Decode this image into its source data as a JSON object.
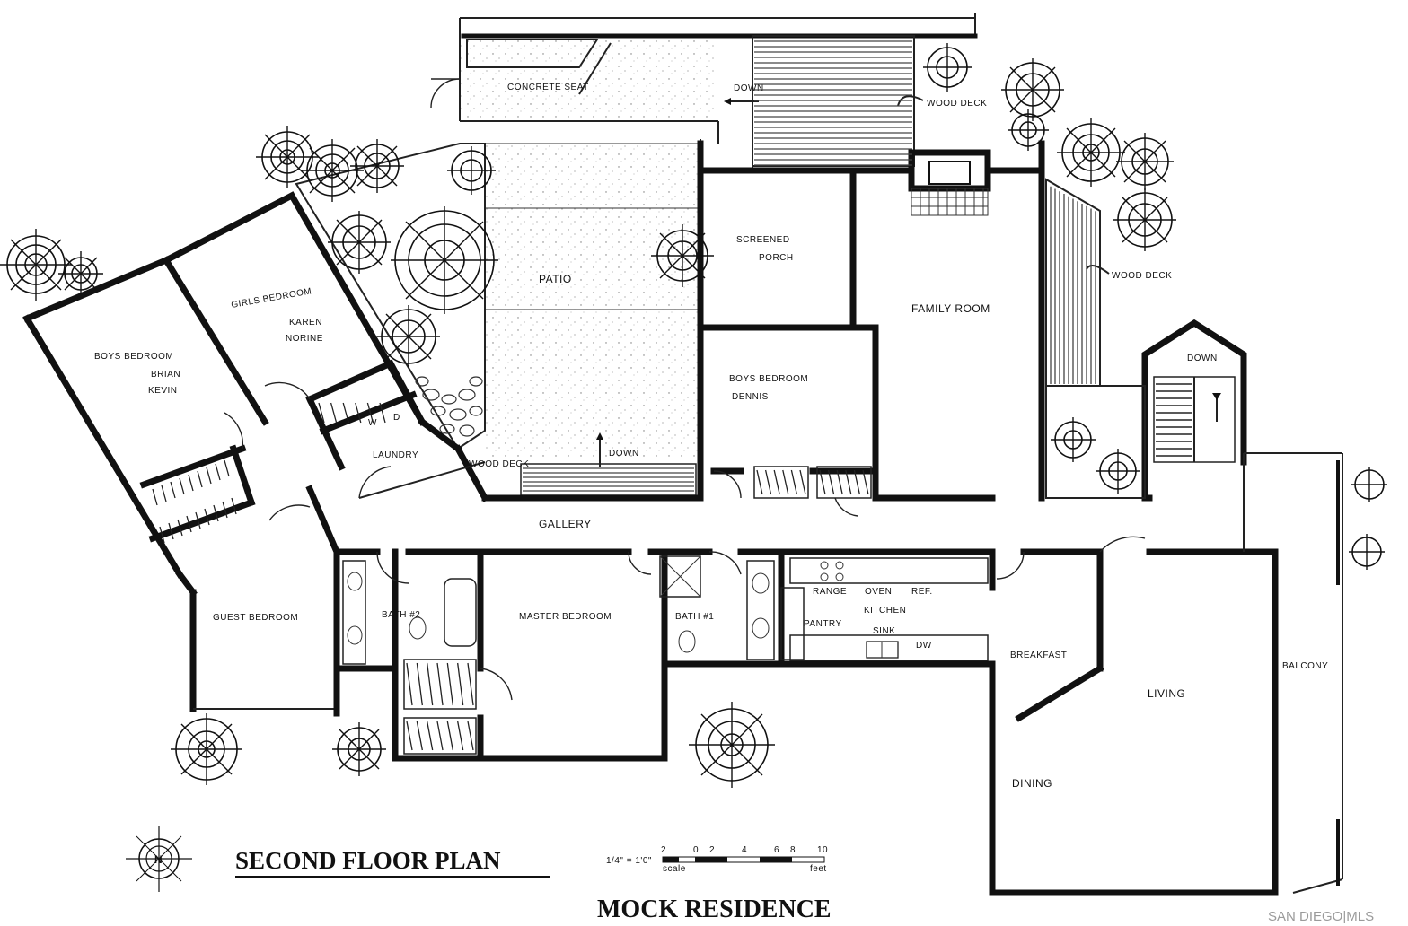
{
  "title": "SECOND FLOOR PLAN",
  "subtitle": "MOCK RESIDENCE",
  "watermark": "SAN DIEGO|MLS",
  "compass_label": "N",
  "scale": {
    "ratio": "1/4\" = 1'0\"",
    "word_scale": "scale",
    "word_feet": "feet",
    "ticks": [
      "2",
      "0",
      "2",
      "4",
      "6",
      "8",
      "10"
    ]
  },
  "rooms": {
    "patio": "PATIO",
    "screened_porch_1": "SCREENED",
    "screened_porch_2": "PORCH",
    "family_room": "FAMILY ROOM",
    "girls_bedroom": "GIRLS BEDROOM",
    "girls_bedroom_occ1": "KAREN",
    "girls_bedroom_occ2": "NORINE",
    "boys_bedroom": "BOYS BEDROOM",
    "boys_bedroom_occ1": "BRIAN",
    "boys_bedroom_occ2": "KEVIN",
    "boys_bedroom_2": "BOYS BEDROOM",
    "boys_bedroom_2_occ": "DENNIS",
    "laundry": "LAUNDRY",
    "gallery": "GALLERY",
    "guest_bedroom": "GUEST BEDROOM",
    "bath2": "BATH #2",
    "master_bedroom": "MASTER BEDROOM",
    "bath1": "BATH #1",
    "kitchen": "KITCHEN",
    "range": "RANGE",
    "oven": "OVEN",
    "refrigerator": "REF.",
    "pantry": "PANTRY",
    "sink": "SINK",
    "dishwasher": "DW",
    "breakfast": "BREAKFAST",
    "dining": "DINING",
    "living": "LIVING",
    "balcony": "BALCONY"
  },
  "annotations": {
    "concrete_seat": "CONCRETE SEAT",
    "down_top": "DOWN",
    "wood_deck_top": "WOOD DECK",
    "wood_deck_right": "WOOD DECK",
    "wood_deck_patio": "WOOD DECK",
    "down_patio": "DOWN",
    "down_stair": "DOWN",
    "washer": "W",
    "dryer": "D"
  }
}
